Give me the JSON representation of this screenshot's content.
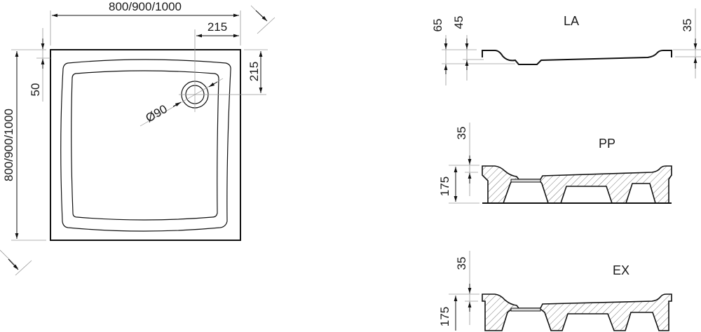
{
  "plan_view": {
    "width_label": "800/900/1000",
    "height_label": "800/900/1000",
    "drain_offset_x_label": "215",
    "drain_offset_y_label": "215",
    "rim_label": "50",
    "drain_diameter_label": "Ø90"
  },
  "sections": [
    {
      "name": "LA",
      "dims": [
        "65",
        "45",
        "35"
      ]
    },
    {
      "name": "PP",
      "dims": [
        "35",
        "175"
      ]
    },
    {
      "name": "EX",
      "dims": [
        "35",
        "175"
      ]
    }
  ],
  "colors": {
    "line": "#111111",
    "dimension": "#9a9a9a",
    "background": "#ffffff"
  }
}
